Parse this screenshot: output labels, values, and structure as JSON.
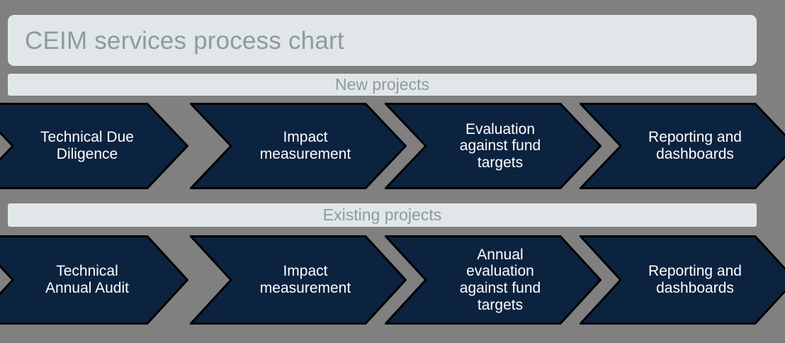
{
  "page": {
    "background_color": "#808080",
    "panel_color": "#E1E7E8",
    "panel_text_color": "#8D99A4",
    "chevron_fill": "#0C2340",
    "chevron_outline": "#000000",
    "chevron_text_color": "#FFFFFF"
  },
  "header": {
    "title": "CEIM services process chart"
  },
  "sections": [
    {
      "banner_label": "New projects",
      "steps": [
        {
          "label": "Technical Due\nDiligence"
        },
        {
          "label": "Impact\nmeasurement"
        },
        {
          "label": "Evaluation\nagainst fund\ntargets"
        },
        {
          "label": "Reporting and\ndashboards"
        }
      ]
    },
    {
      "banner_label": "Existing projects",
      "steps": [
        {
          "label": "Technical\nAnnual Audit"
        },
        {
          "label": "Impact\nmeasurement"
        },
        {
          "label": "Annual\nevaluation\nagainst fund\ntargets"
        },
        {
          "label": "Reporting and\ndashboards"
        }
      ]
    }
  ]
}
